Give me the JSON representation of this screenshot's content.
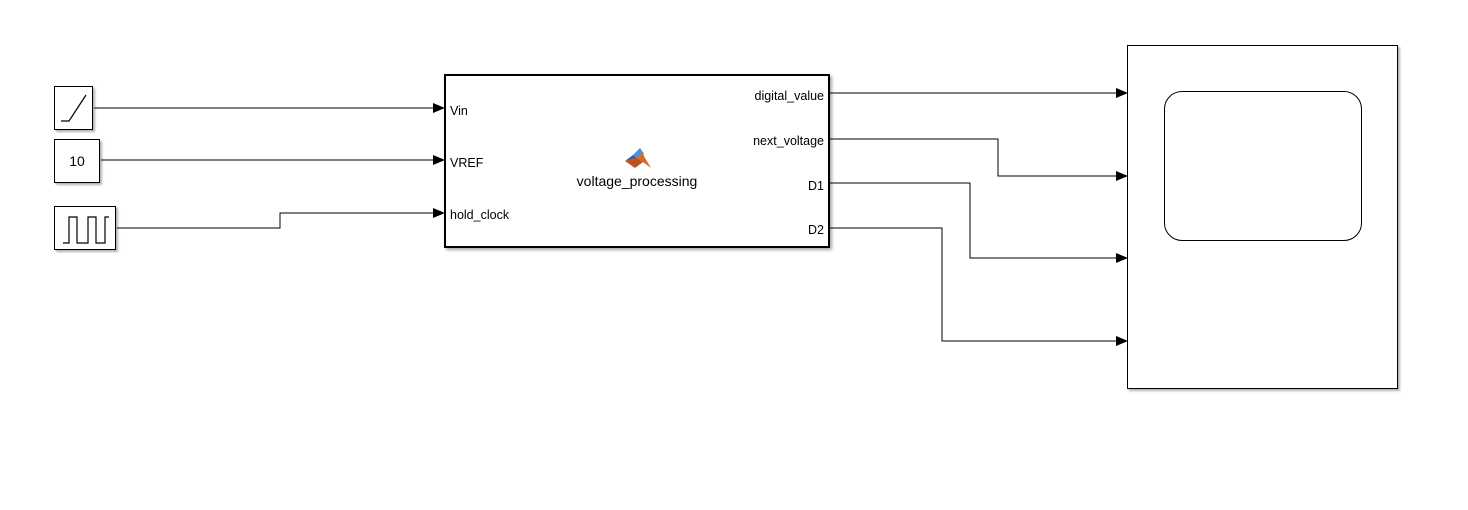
{
  "blocks": {
    "ramp": {
      "icon": "ramp-icon"
    },
    "constant": {
      "value": "10"
    },
    "pulse": {
      "icon": "pulse-generator-icon"
    },
    "main": {
      "name": "voltage_processing",
      "icon": "matlab-function-icon",
      "inputs": [
        "Vin",
        "VREF",
        "hold_clock"
      ],
      "outputs": [
        "digital_value",
        "next_voltage",
        "D1",
        "D2"
      ]
    },
    "scope": {
      "icon": "scope-icon"
    }
  },
  "colors": {
    "wire": "#000000",
    "background": "#ffffff",
    "icon_blue": "#2a5ea8",
    "icon_orange": "#e2641d"
  }
}
